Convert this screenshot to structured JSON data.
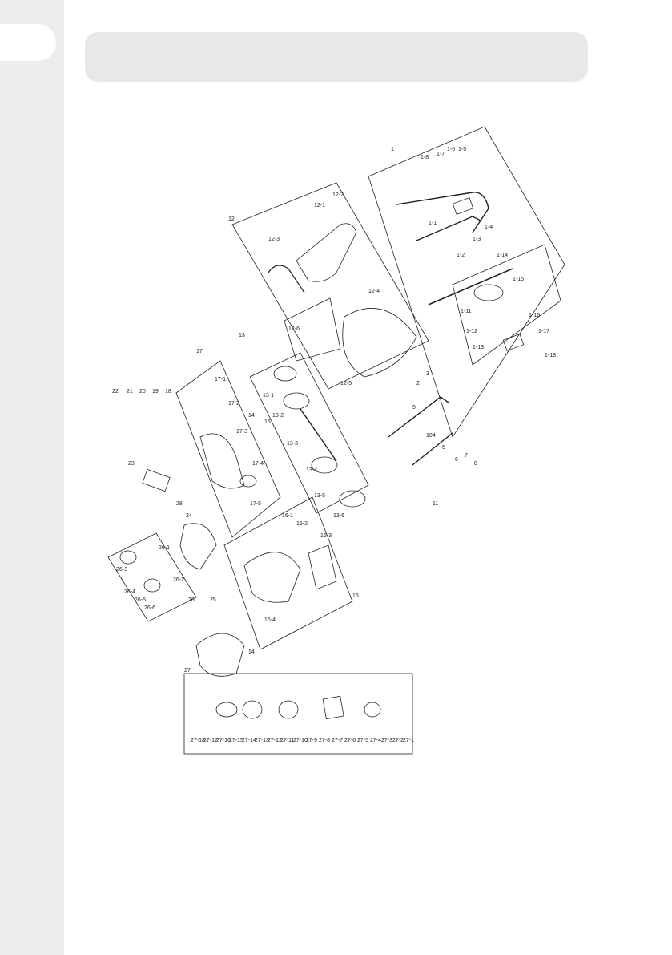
{
  "page": {
    "title_text": ""
  },
  "diagram": {
    "labels": {
      "g1": "1",
      "g1_1": "1-1",
      "g1_2": "1-2",
      "g1_3": "1-3",
      "g1_4": "1-4",
      "g1_5": "1-5",
      "g1_6": "1-6",
      "g1_7": "1-7",
      "g1_8": "1-8",
      "g1_11": "1-11",
      "g1_12": "1-12",
      "g1_13": "1-13",
      "g1_14": "1-14",
      "g1_15": "1-15",
      "g1_16": "1-16",
      "g1_17": "1-17",
      "g1_18": "1-18",
      "g2": "2",
      "g3": "3",
      "g4": "4",
      "g5": "5",
      "g6": "6",
      "g7": "7",
      "g8": "8",
      "g9": "9",
      "g10": "10",
      "g11": "11",
      "g12": "12",
      "g12_1": "12-1",
      "g12_2": "12-2",
      "g12_3": "12-3",
      "g12_4": "12-4",
      "g12_5": "12-5",
      "g12_6": "12-6",
      "g13": "13",
      "g13_1": "13-1",
      "g13_2": "13-2",
      "g13_3": "13-3",
      "g13_4": "13-4",
      "g13_5": "13-5",
      "g13_6": "13-6",
      "g14": "14",
      "g15": "15",
      "g16": "16",
      "g16_1": "16-1",
      "g16_2": "16-2",
      "g16_3": "16-3",
      "g16_4": "16-4",
      "g17": "17",
      "g17_1": "17-1",
      "g17_2": "17-2",
      "g17_3": "17-3",
      "g17_4": "17-4",
      "g17_5": "17-5",
      "g18": "18",
      "g19": "19",
      "g20": "20",
      "g21": "21",
      "g22": "22",
      "g23": "23",
      "g24": "24",
      "g25": "25",
      "g26": "26",
      "g26_1": "26-1",
      "g26_2": "26-2",
      "g26_3": "26-3",
      "g26_4": "26-4",
      "g26_5": "26-5",
      "g26_6": "26-6",
      "g27": "27",
      "g28": "28",
      "g27_1": "27-1",
      "g27_2": "27-2",
      "g27_3": "27-3",
      "g27_4": "27-4",
      "g27_5": "27-5",
      "g27_6": "27-6",
      "g27_7": "27-7",
      "g27_8": "27-8",
      "g27_9": "27-9",
      "g27_10": "27-10",
      "g27_11": "27-11",
      "g27_12": "27-12",
      "g27_13": "27-13",
      "g27_14": "27-14",
      "g27_15": "27-15",
      "g27_16": "27-16",
      "g27_17": "27-17",
      "g27_18": "27-18"
    }
  }
}
